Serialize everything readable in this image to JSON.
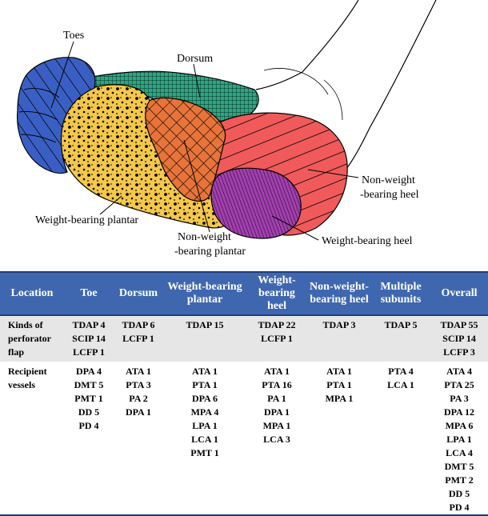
{
  "figure_labels": {
    "toes": "Toes",
    "dorsum": "Dorsum",
    "non_weight_bearing_heel_line1": "Non-weight",
    "non_weight_bearing_heel_line2": "-bearing heel",
    "weight_bearing_plantar": "Weight-bearing plantar",
    "non_weight_bearing_plantar_line1": "Non-weight",
    "non_weight_bearing_plantar_line2": "-bearing plantar",
    "weight_bearing_heel": "Weight-bearing heel"
  },
  "colors": {
    "toes": "#3a5fc4",
    "dorsum": "#2aa882",
    "weight_bearing_plantar": "#f4c84a",
    "non_weight_bearing_plantar": "#e8743a",
    "non_weight_bearing_heel": "#f05a5a",
    "weight_bearing_heel": "#a23fb0",
    "header_bg": "#3f67b0",
    "row_shade": "#e6e6e6"
  },
  "table": {
    "headers": [
      "Location",
      "Toe",
      "Dorsum",
      "Weight-bearing plantar",
      "Weight-bearing heel",
      "Non-weight-bearing heel",
      "Multiple subunits",
      "Overall"
    ],
    "rows": [
      {
        "label": "Kinds of perforator flap",
        "cells": [
          [
            "TDAP 4",
            "SCIP 14",
            "LCFP 1"
          ],
          [
            "TDAP 6",
            "LCFP 1"
          ],
          [
            "TDAP 15"
          ],
          [
            "TDAP 22",
            "LCFP 1"
          ],
          [
            "TDAP 3"
          ],
          [
            "TDAP 5"
          ],
          [
            "TDAP 55",
            "SCIP 14",
            "LCFP 3"
          ]
        ]
      },
      {
        "label": "Recipient vessels",
        "cells": [
          [
            "DPA 4",
            "DMT 5",
            "PMT 1",
            "DD 5",
            "PD 4"
          ],
          [
            "ATA 1",
            "PTA 3",
            "PA 2",
            "DPA 1"
          ],
          [
            "ATA 1",
            "PTA 1",
            "DPA 6",
            "MPA 4",
            "LPA 1",
            "LCA 1",
            "PMT 1"
          ],
          [
            "ATA 1",
            "PTA 16",
            "PA 1",
            "DPA 1",
            "MPA 1",
            "LCA 3"
          ],
          [
            "ATA 1",
            "PTA 1",
            "MPA 1"
          ],
          [
            "PTA 4",
            "LCA 1"
          ],
          [
            "ATA 4",
            "PTA 25",
            "PA 3",
            "DPA 12",
            "MPA 6",
            "LPA 1",
            "LCA 4",
            "DMT 5",
            "PMT 2",
            "DD 5",
            "PD 4"
          ]
        ]
      }
    ]
  }
}
